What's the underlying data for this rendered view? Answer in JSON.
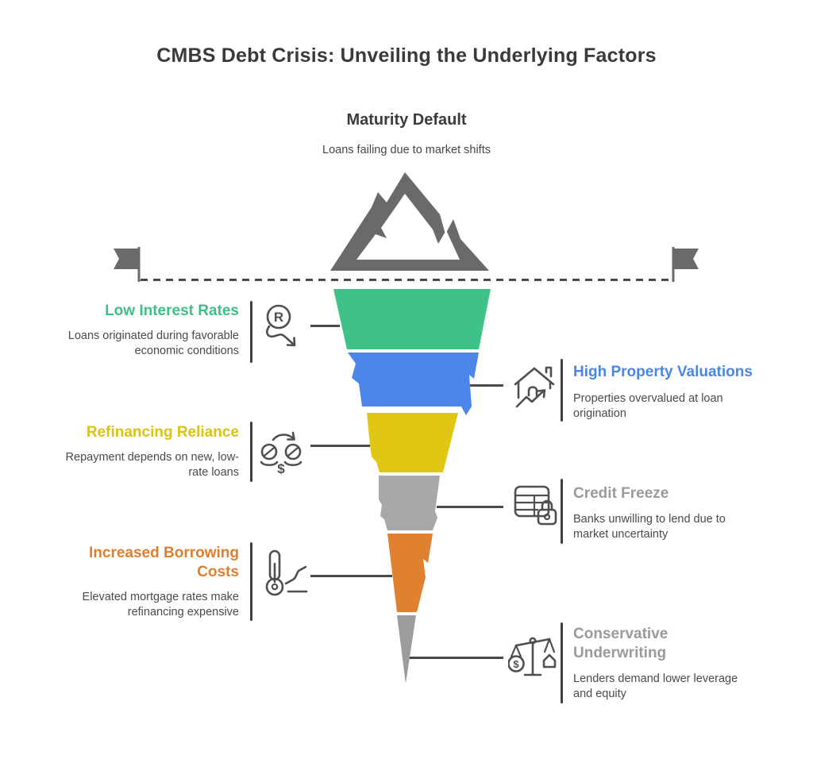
{
  "title": "CMBS Debt Crisis: Unveiling the Underlying Factors",
  "apex": {
    "heading": "Maturity Default",
    "subheading": "Loans failing due to market shifts",
    "icon": "mountain-icon"
  },
  "funnel": {
    "segments": [
      {
        "name": "low-interest-rates",
        "color": "#3ec287"
      },
      {
        "name": "high-property-valuations",
        "color": "#4c86e8"
      },
      {
        "name": "refinancing-reliance",
        "color": "#e2c614"
      },
      {
        "name": "credit-freeze",
        "color": "#a8a8a8"
      },
      {
        "name": "increased-borrowing-costs",
        "color": "#e0812f"
      },
      {
        "name": "conservative-underwriting",
        "color": "#9c9c9c"
      }
    ]
  },
  "factors": {
    "left": [
      {
        "heading": "Low Interest Rates",
        "heading_color": "#3fbf85",
        "description": "Loans originated during favorable economic conditions",
        "icon": "rate-decline-icon"
      },
      {
        "heading": "Refinancing Reliance",
        "heading_color": "#ddc115",
        "description": "Repayment depends on new, low-rate loans",
        "icon": "coin-exchange-icon"
      },
      {
        "heading": "Increased Borrowing Costs",
        "heading_color": "#df7f2e",
        "description": "Elevated mortgage rates make refinancing expensive",
        "icon": "thermometer-rising-icon"
      }
    ],
    "right": [
      {
        "heading": "High Property Valuations",
        "heading_color": "#4a86e8",
        "description": "Properties overvalued at loan origination",
        "icon": "house-appreciation-icon"
      },
      {
        "heading": "Credit Freeze",
        "heading_color": "#9a9a9a",
        "description": "Banks unwilling to lend due to market uncertainty",
        "icon": "ledger-lock-icon"
      },
      {
        "heading": "Conservative Underwriting",
        "heading_color": "#9a9a9a",
        "description": "Lenders demand lower leverage and equity",
        "icon": "balance-scale-icon"
      }
    ]
  },
  "icon_glyphs": {
    "rate_letter": "R",
    "dollar": "$"
  }
}
